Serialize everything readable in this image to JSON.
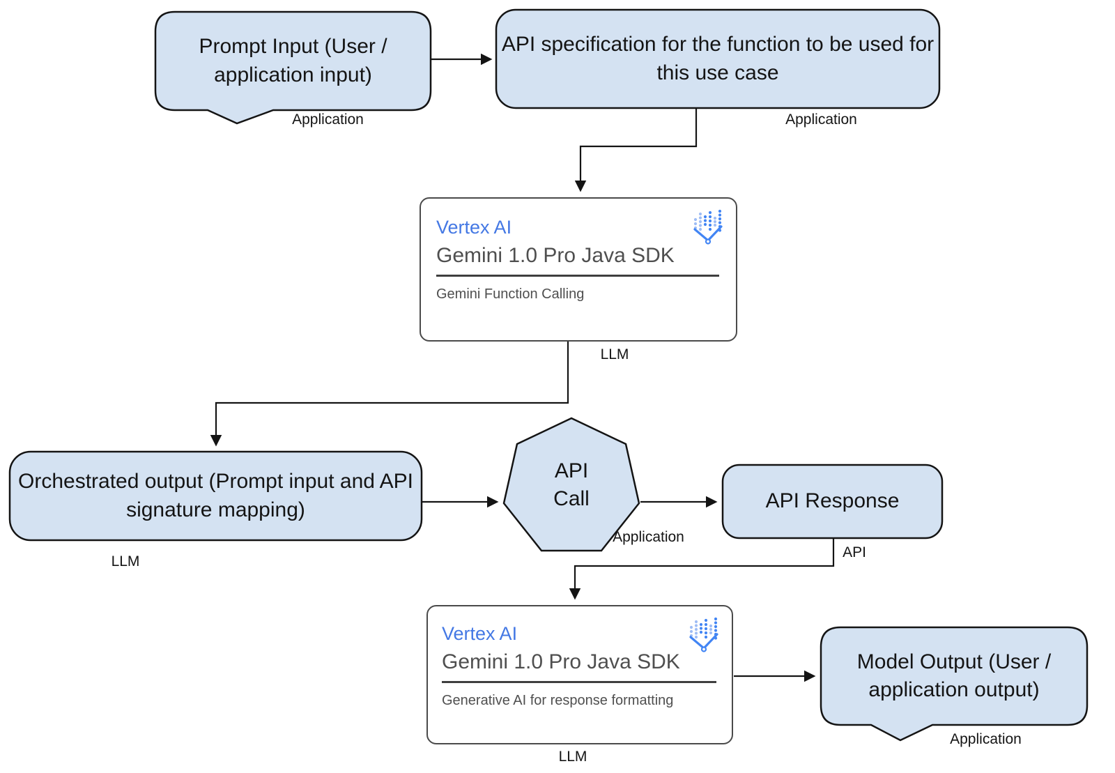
{
  "colors": {
    "node_fill": "#d4e2f2",
    "node_border": "#141414",
    "connector": "#141414",
    "card_border": "#4a4a4a",
    "card_bg": "#ffffff",
    "vertex_blue": "#4478e4",
    "card_text": "#4f4f4f",
    "icon_blue": "#4285f4",
    "icon_blue_light": "#9fbdf5",
    "text": "#141414"
  },
  "nodes": {
    "prompt_input": {
      "label": "Prompt Input (User / application input)",
      "tag": "Application"
    },
    "api_spec": {
      "label": "API specification for the function to be used for this use case",
      "tag": "Application"
    },
    "gemini_function_calling": {
      "product": "Vertex AI",
      "sdk": "Gemini 1.0 Pro Java SDK",
      "feature": "Gemini Function Calling",
      "tag": "LLM"
    },
    "orchestrated_output": {
      "label": "Orchestrated output (Prompt input and API signature mapping)",
      "tag": "LLM"
    },
    "api_call": {
      "label": "API\nCall",
      "tag": "Application"
    },
    "api_response": {
      "label": "API Response",
      "tag": "API"
    },
    "gemini_response_formatting": {
      "product": "Vertex AI",
      "sdk": "Gemini 1.0 Pro Java SDK",
      "feature": "Generative AI for response formatting",
      "tag": "LLM"
    },
    "model_output": {
      "label": "Model Output (User / application output)",
      "tag": "Application"
    }
  }
}
